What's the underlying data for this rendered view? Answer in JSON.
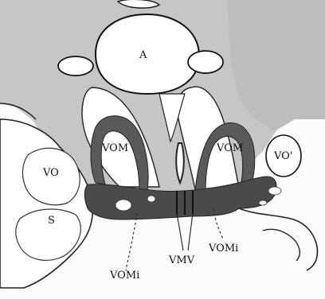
{
  "figure": {
    "labels": {
      "a": "A",
      "vom_left": "VOM",
      "vom_right": "VOM",
      "vo_prime": "VO'",
      "vo": "VO",
      "s": "S",
      "vomi_left": "VOMi",
      "vmv": "VMV",
      "vomi_right": "VOMi"
    }
  }
}
